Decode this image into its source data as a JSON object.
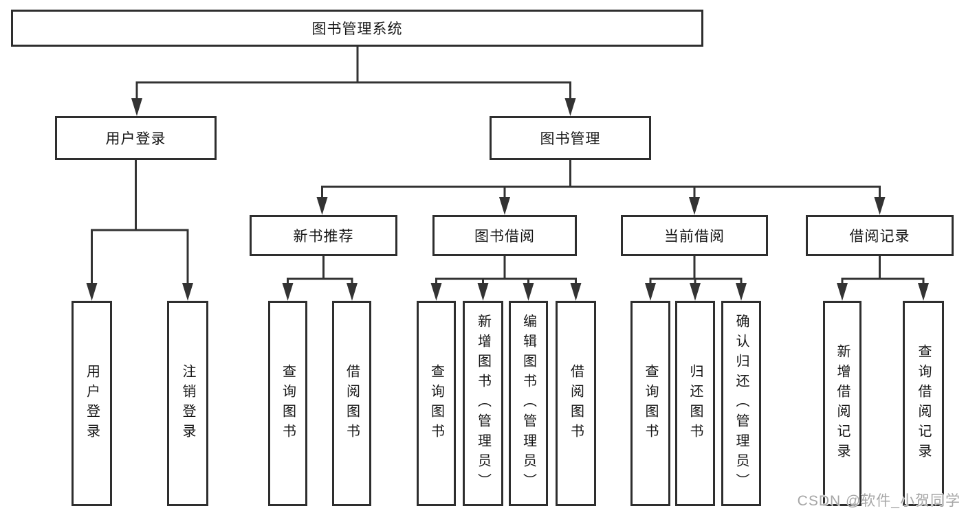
{
  "tree": {
    "root": {
      "label": "图书管理系统",
      "children": [
        {
          "label": "用户登录",
          "children": [
            {
              "label": "用户登录"
            },
            {
              "label": "注销登录"
            }
          ]
        },
        {
          "label": "图书管理",
          "children": [
            {
              "label": "新书推荐",
              "children": [
                {
                  "label": "查询图书"
                },
                {
                  "label": "借阅图书"
                }
              ]
            },
            {
              "label": "图书借阅",
              "children": [
                {
                  "label": "查询图书"
                },
                {
                  "label": "新增图书（管理员）"
                },
                {
                  "label": "编辑图书（管理员）"
                },
                {
                  "label": "借阅图书"
                }
              ]
            },
            {
              "label": "当前借阅",
              "children": [
                {
                  "label": "查询图书"
                },
                {
                  "label": "归还图书"
                },
                {
                  "label": "确认归还（管理员）"
                }
              ]
            },
            {
              "label": "借阅记录",
              "children": [
                {
                  "label": "新增借阅记录"
                },
                {
                  "label": "查询借阅记录"
                }
              ]
            }
          ]
        }
      ]
    }
  },
  "watermark": "CSDN @软件_小贺同学",
  "colors": {
    "line": "#333333",
    "box_border": "#2e2e2e",
    "text": "#161616",
    "watermark": "#a6a6a6",
    "background": "#ffffff"
  }
}
